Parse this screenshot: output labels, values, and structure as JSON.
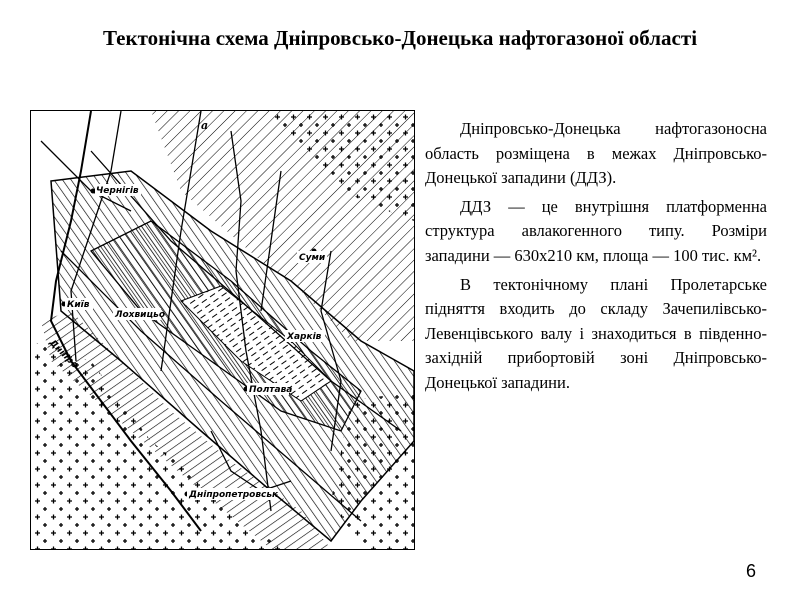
{
  "slide": {
    "title": "Тектонічна схема Дніпровсько-Донецька нафтогазоної області",
    "paragraphs": [
      "Дніпровсько-Донецька нафтогазоносна область розміщена в межах Дніпровсько-Донецької западини (ДДЗ).",
      "ДДЗ — це внутрішня платформенна структура авлакогенного типу. Розміри западини — 630х210 км, площа — 100 тис. км².",
      "В тектонічному плані Пролетарське підняття входить до складу Зачепилівсько-Левенцівського валу і знаходиться в південно-західній прибортовій зоні Дніпровсько-Донецької западини."
    ],
    "page_number": "6"
  },
  "map": {
    "label_a": "а",
    "cities": {
      "chernihiv": "Чернігів",
      "sumy": "Суми",
      "kyiv": "Київ",
      "lokhvytsia": "Лохвицьо",
      "kharkiv": "Харків",
      "poltava": "Полтава",
      "dnipropetrovsk": "Дніпропетровськ"
    },
    "river": "Дніпро"
  }
}
